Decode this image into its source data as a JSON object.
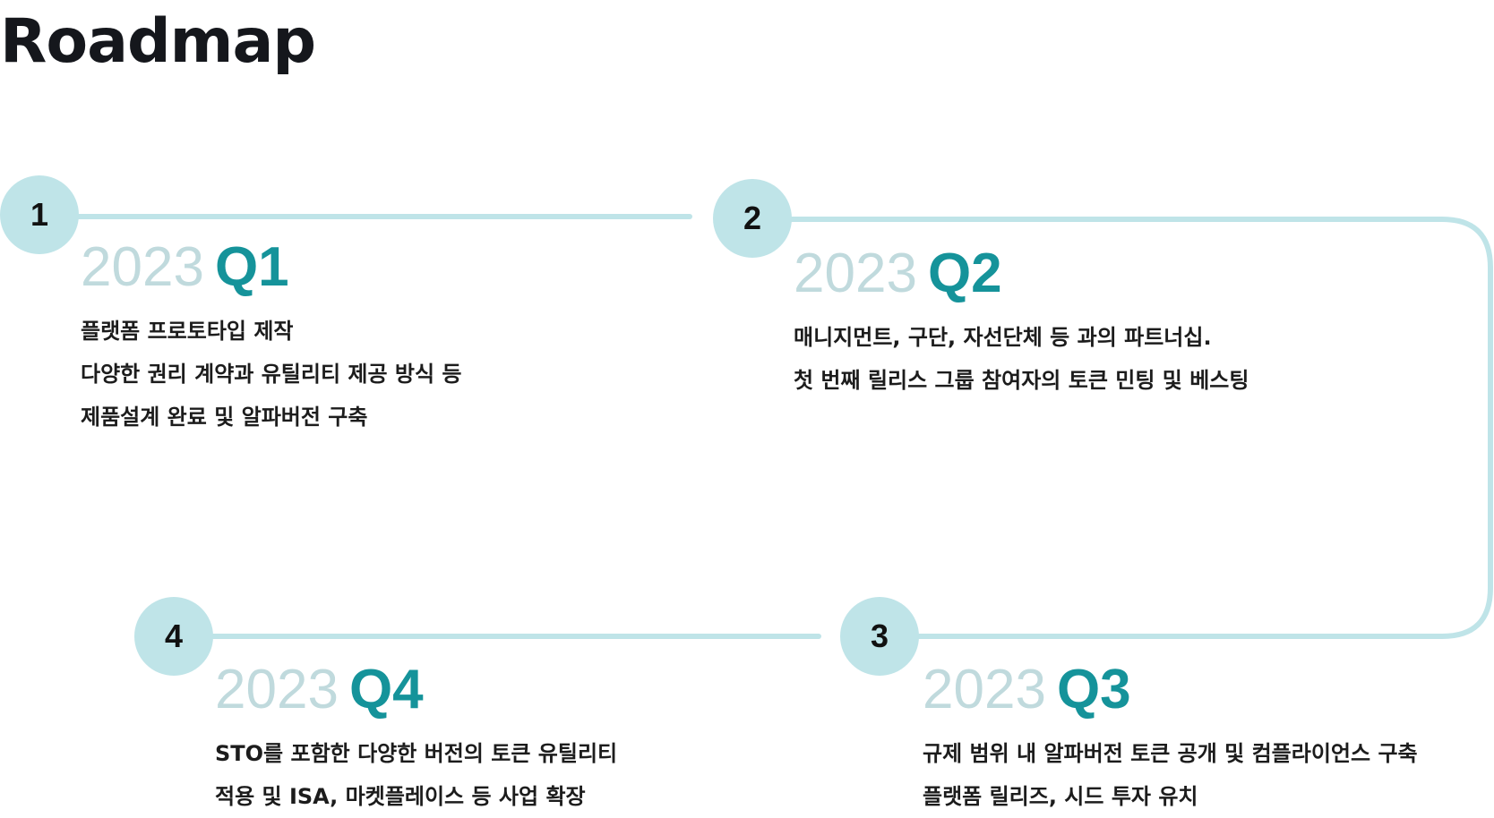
{
  "page": {
    "title": "Roadmap"
  },
  "colors": {
    "track": "#bfe4e8",
    "node_fill": "#bfe4e8",
    "year": "#c0dadd",
    "quarter": "#15939a",
    "title": "#15171c"
  },
  "phases": [
    {
      "step": "1",
      "year": "2023",
      "quarter": "Q1",
      "items": [
        "플랫폼 프로토타입 제작",
        "다양한 권리 계약과 유틸리티 제공 방식 등",
        "제품설계 완료 및 알파버전 구축"
      ]
    },
    {
      "step": "2",
      "year": "2023",
      "quarter": "Q2",
      "items": [
        "매니지먼트, 구단, 자선단체 등 과의 파트너십.",
        "첫 번째 릴리스 그룹 참여자의 토큰 민팅 및 베스팅"
      ]
    },
    {
      "step": "3",
      "year": "2023",
      "quarter": "Q3",
      "items": [
        "규제 범위 내 알파버전 토큰 공개 및 컴플라이언스 구축",
        "플랫폼 릴리즈, 시드 투자 유치"
      ]
    },
    {
      "step": "4",
      "year": "2023",
      "quarter": "Q4",
      "items": [
        "STO를 포함한 다양한 버전의 토큰 유틸리티",
        "적용 및 ISA, 마켓플레이스 등 사업 확장"
      ]
    }
  ]
}
